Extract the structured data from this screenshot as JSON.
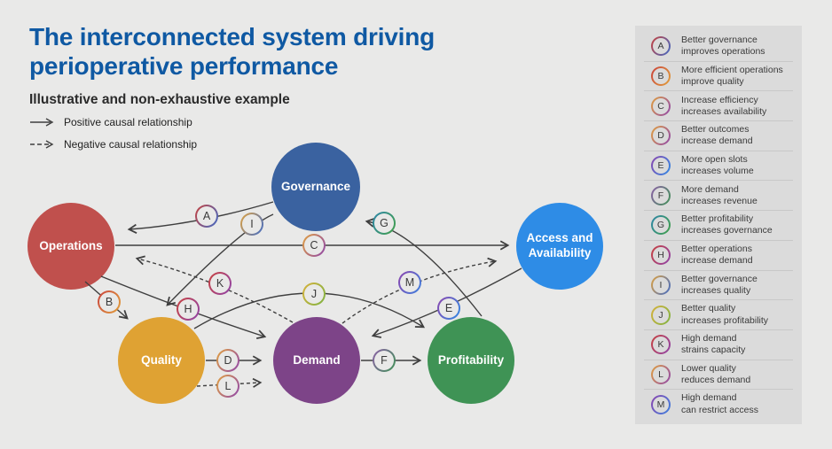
{
  "header": {
    "title_line1": "The interconnected system driving",
    "title_line2": "perioperative performance",
    "title_color": "#0F59A3",
    "subtitle": "Illustrative and non-exhaustive example",
    "key": {
      "positive_label": "Positive causal relationship",
      "negative_label": "Negative causal relationship"
    }
  },
  "nodes": {
    "governance": {
      "label": "Governance",
      "color": "#3A62A0"
    },
    "operations": {
      "label": "Operations",
      "color": "#C0504D"
    },
    "access": {
      "label": "Access and Availability",
      "color": "#2E8CE6"
    },
    "quality": {
      "label": "Quality",
      "color": "#DFA233"
    },
    "demand": {
      "label": "Demand",
      "color": "#7D4488"
    },
    "profitability": {
      "label": "Profitability",
      "color": "#3F9355"
    }
  },
  "relationships": [
    {
      "letter": "A",
      "line1": "Better governance",
      "line2": "improves operations",
      "from": "governance",
      "to": "operations",
      "type": "positive",
      "ring": [
        "#C9413C",
        "#3E6BC9"
      ]
    },
    {
      "letter": "B",
      "line1": "More efficient operations",
      "line2": "improve quality",
      "from": "operations",
      "to": "quality",
      "type": "positive",
      "ring": [
        "#C9413C",
        "#E2A23C"
      ]
    },
    {
      "letter": "C",
      "line1": "Increase efficiency",
      "line2": "increases availability",
      "from": "operations",
      "to": "access",
      "type": "positive",
      "ring": [
        "#E2A23C",
        "#8E44AD"
      ]
    },
    {
      "letter": "D",
      "line1": "Better outcomes",
      "line2": "increase demand",
      "from": "quality",
      "to": "demand",
      "type": "positive",
      "ring": [
        "#E2A23C",
        "#8E44AD"
      ]
    },
    {
      "letter": "E",
      "line1": "More open slots",
      "line2": "increases volume",
      "from": "access",
      "to": "demand",
      "type": "positive",
      "ring": [
        "#8E44AD",
        "#2E8CE6"
      ]
    },
    {
      "letter": "F",
      "line1": "More demand",
      "line2": "increases revenue",
      "from": "demand",
      "to": "profitability",
      "type": "positive",
      "ring": [
        "#8E5FA8",
        "#3F9355"
      ]
    },
    {
      "letter": "G",
      "line1": "Better profitability",
      "line2": "increases governance",
      "from": "profitability",
      "to": "governance",
      "type": "positive",
      "ring": [
        "#2E86AB",
        "#43A047"
      ]
    },
    {
      "letter": "H",
      "line1": "Better operations",
      "line2": "increase demand",
      "from": "operations",
      "to": "demand",
      "type": "positive",
      "ring": [
        "#C9413C",
        "#8E44AD"
      ]
    },
    {
      "letter": "I",
      "line1": "Better governance",
      "line2": "increases quality",
      "from": "governance",
      "to": "quality",
      "type": "positive",
      "ring": [
        "#E2A23C",
        "#3E6BC9"
      ]
    },
    {
      "letter": "J",
      "line1": "Better quality",
      "line2": "increases profitability",
      "from": "quality",
      "to": "profitability",
      "type": "positive",
      "ring": [
        "#D9B13B",
        "#7CB342"
      ]
    },
    {
      "letter": "K",
      "line1": "High demand",
      "line2": "strains capacity",
      "from": "demand",
      "to": "operations",
      "type": "negative",
      "ring": [
        "#C9413C",
        "#8E44AD"
      ]
    },
    {
      "letter": "L",
      "line1": "Lower quality",
      "line2": "reduces demand",
      "from": "quality",
      "to": "demand",
      "type": "negative",
      "ring": [
        "#E2A23C",
        "#8E44AD"
      ]
    },
    {
      "letter": "M",
      "line1": "High demand",
      "line2": "can restrict access",
      "from": "demand",
      "to": "access",
      "type": "negative",
      "ring": [
        "#8E44AD",
        "#3B82E0"
      ]
    }
  ]
}
